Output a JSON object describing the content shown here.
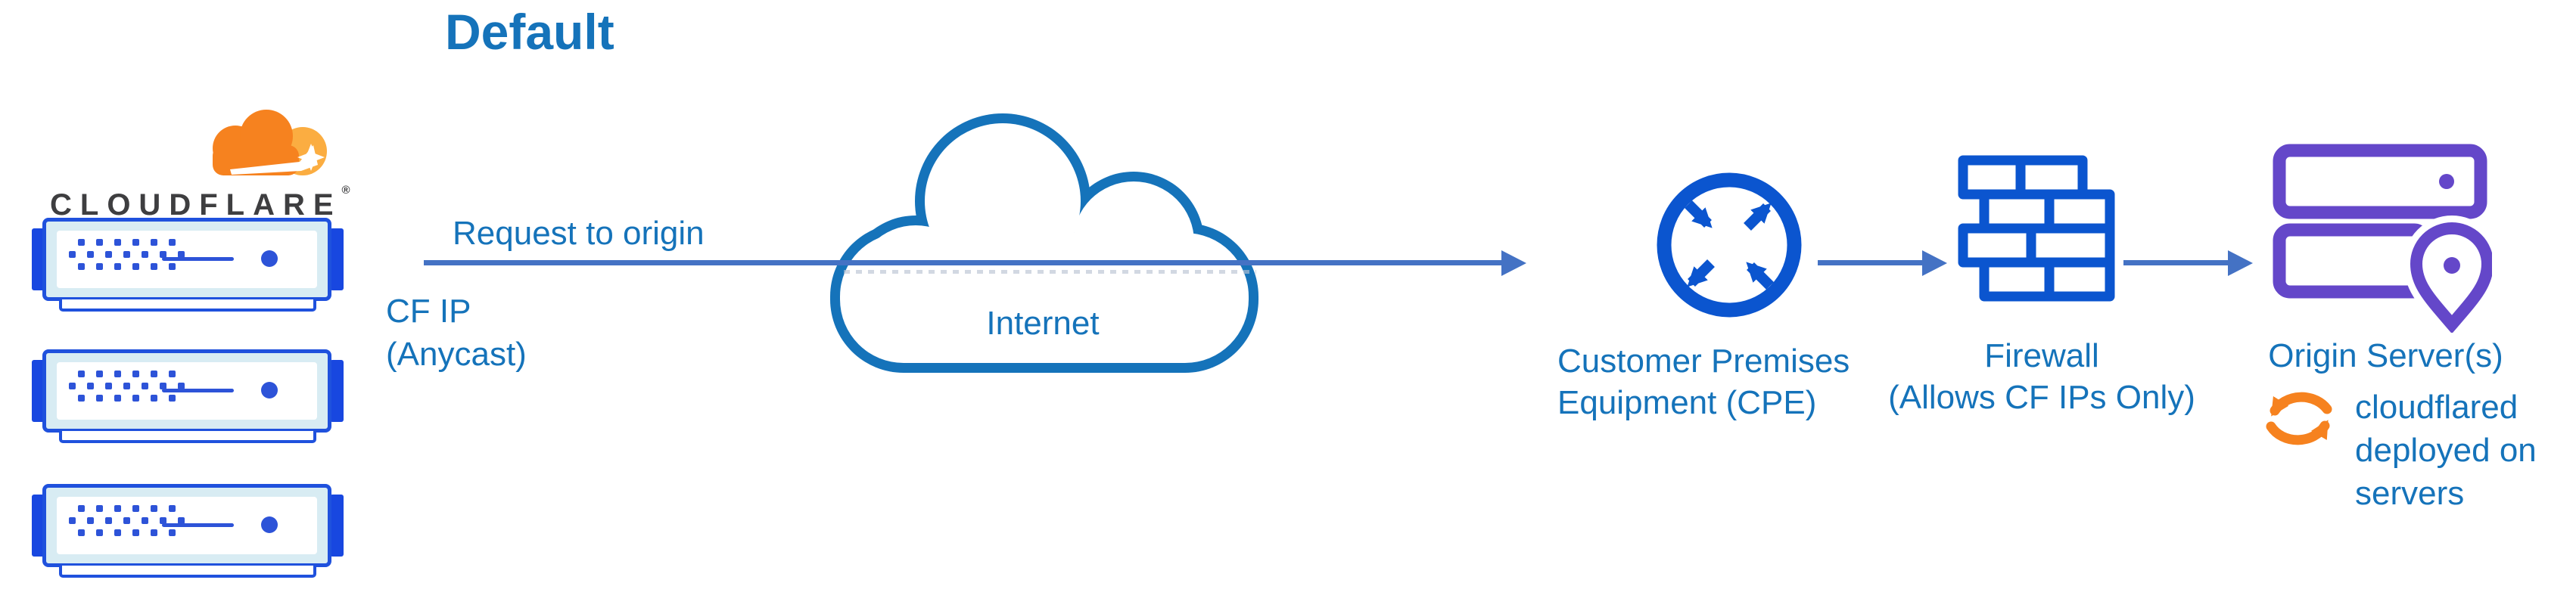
{
  "title": "Default",
  "logo": {
    "wordmark": "CLOUDFLARE",
    "registered_mark": "®"
  },
  "flow": {
    "request_label": "Request to origin",
    "cf_ip": [
      "CF IP",
      "(Anycast)"
    ],
    "internet_label": "Internet",
    "cpe_caption": [
      "Customer Premises",
      "Equipment (CPE)"
    ],
    "firewall_caption": [
      "Firewall",
      "(Allows CF IPs Only)"
    ],
    "origin_caption": "Origin Server(s)",
    "cloudflared_note": [
      "cloudflared",
      "deployed on",
      "servers"
    ]
  },
  "icons": {
    "cloudflare_logo": "cloudflare-cloud-logo",
    "edge_servers": "three stacked edge server appliances",
    "internet_cloud": "cloud-outline",
    "cpe": "router-circle-with-crossing-arrows",
    "firewall": "brick-wall",
    "origin_servers": "stacked-servers-with-location-pin",
    "cloudflared": "sync-arrows"
  },
  "colors": {
    "label_text": "#1573BA",
    "flow_line": "#4472C4",
    "icon_blue": "#0B55CF",
    "server_blue": "#1F51DD",
    "origin_purple": "#6447C9",
    "brand_orange": "#F6821F",
    "brand_orange_light": "#FBAD41",
    "wordmark_dark": "#3E3E40"
  }
}
